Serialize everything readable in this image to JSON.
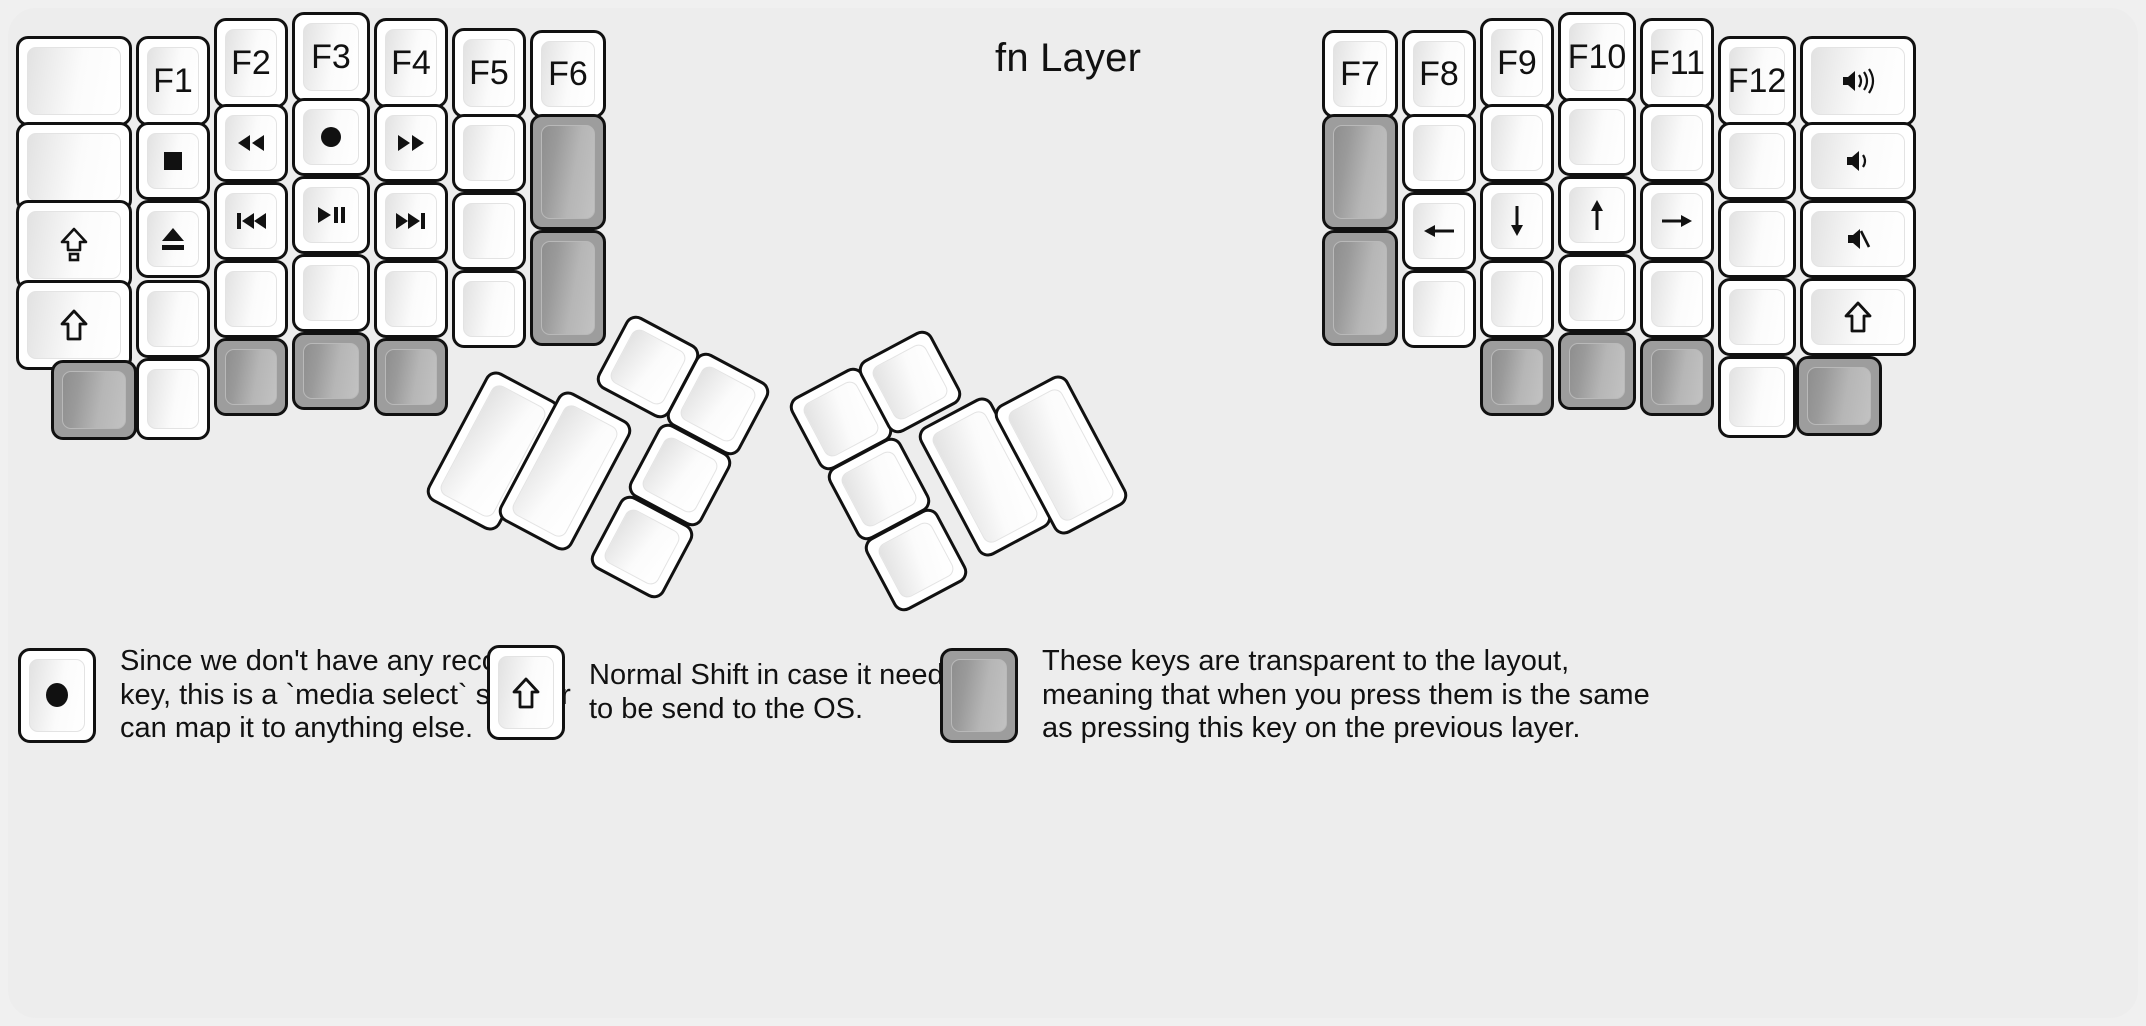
{
  "title": "fn Layer",
  "colors": {
    "background": "#ededed",
    "page": "#f0f0f0",
    "key_fill": "#ffffff",
    "key_border": "#111111",
    "transparent_key": "#9d9d9d",
    "text": "#111111"
  },
  "legend": {
    "items": [
      {
        "key_glyph": "record-icon",
        "text": "Since we don't have any recording\nkey, this is a `media select` so user\ncan map it to anything else."
      },
      {
        "key_glyph": "shift-arrow-icon",
        "text": "Normal Shift in case it needs\nto be send to the OS."
      },
      {
        "key_glyph": "transparent-key",
        "text": "These keys are transparent to the layout,\nmeaning that when you press them is the same\nas pressing this key on the previous layer."
      }
    ]
  },
  "keyboard": {
    "left_half": {
      "columns": [
        {
          "name": "pinky-outer",
          "keys": [
            {
              "label": "",
              "glyph": "",
              "state": "normal"
            },
            {
              "label": "",
              "glyph": "",
              "state": "normal"
            },
            {
              "label": "",
              "glyph": "caps-shift-icon",
              "state": "normal"
            },
            {
              "label": "",
              "glyph": "shift-arrow-icon",
              "state": "normal"
            },
            {
              "label": "",
              "glyph": "",
              "state": "transparent"
            }
          ]
        },
        {
          "name": "pinky",
          "keys": [
            {
              "label": "F1",
              "glyph": "",
              "state": "normal"
            },
            {
              "label": "",
              "glyph": "media-stop-icon",
              "state": "normal"
            },
            {
              "label": "",
              "glyph": "media-eject-icon",
              "state": "normal"
            },
            {
              "label": "",
              "glyph": "",
              "state": "normal"
            },
            {
              "label": "",
              "glyph": "",
              "state": "normal"
            }
          ]
        },
        {
          "name": "ring",
          "keys": [
            {
              "label": "F2",
              "glyph": "",
              "state": "normal"
            },
            {
              "label": "",
              "glyph": "media-rewind-icon",
              "state": "normal"
            },
            {
              "label": "",
              "glyph": "media-previous-icon",
              "state": "normal"
            },
            {
              "label": "",
              "glyph": "",
              "state": "normal"
            },
            {
              "label": "",
              "glyph": "",
              "state": "transparent"
            }
          ]
        },
        {
          "name": "middle",
          "keys": [
            {
              "label": "F3",
              "glyph": "",
              "state": "normal"
            },
            {
              "label": "",
              "glyph": "media-record-icon",
              "state": "normal"
            },
            {
              "label": "",
              "glyph": "media-play-pause-icon",
              "state": "normal"
            },
            {
              "label": "",
              "glyph": "",
              "state": "normal"
            },
            {
              "label": "",
              "glyph": "",
              "state": "transparent"
            }
          ]
        },
        {
          "name": "index",
          "keys": [
            {
              "label": "F4",
              "glyph": "",
              "state": "normal"
            },
            {
              "label": "",
              "glyph": "media-fastforward-icon",
              "state": "normal"
            },
            {
              "label": "",
              "glyph": "media-next-icon",
              "state": "normal"
            },
            {
              "label": "",
              "glyph": "",
              "state": "normal"
            },
            {
              "label": "",
              "glyph": "",
              "state": "transparent"
            }
          ]
        },
        {
          "name": "index-inner",
          "keys": [
            {
              "label": "F5",
              "glyph": "",
              "state": "normal"
            },
            {
              "label": "",
              "glyph": "",
              "state": "normal"
            },
            {
              "label": "",
              "glyph": "",
              "state": "normal"
            },
            {
              "label": "",
              "glyph": "",
              "state": "normal"
            }
          ]
        },
        {
          "name": "inner-tall",
          "keys": [
            {
              "label": "F6",
              "glyph": "",
              "state": "normal"
            },
            {
              "label": "",
              "glyph": "",
              "state": "transparent"
            },
            {
              "label": "",
              "glyph": "",
              "state": "transparent"
            }
          ]
        }
      ],
      "thumb_cluster": [
        {
          "label": "",
          "glyph": "",
          "state": "normal"
        },
        {
          "label": "",
          "glyph": "",
          "state": "normal"
        },
        {
          "label": "",
          "glyph": "",
          "state": "normal"
        },
        {
          "label": "",
          "glyph": "",
          "state": "normal"
        },
        {
          "label": "",
          "glyph": "",
          "state": "normal"
        },
        {
          "label": "",
          "glyph": "",
          "state": "normal"
        }
      ]
    },
    "right_half": {
      "columns": [
        {
          "name": "inner-tall",
          "keys": [
            {
              "label": "F7",
              "glyph": "",
              "state": "normal"
            },
            {
              "label": "",
              "glyph": "",
              "state": "transparent"
            },
            {
              "label": "",
              "glyph": "",
              "state": "transparent"
            }
          ]
        },
        {
          "name": "index-inner",
          "keys": [
            {
              "label": "F8",
              "glyph": "",
              "state": "normal"
            },
            {
              "label": "",
              "glyph": "",
              "state": "normal"
            },
            {
              "label": "",
              "glyph": "arrow-left-icon",
              "state": "normal"
            },
            {
              "label": "",
              "glyph": "",
              "state": "normal"
            }
          ]
        },
        {
          "name": "index",
          "keys": [
            {
              "label": "F9",
              "glyph": "",
              "state": "normal"
            },
            {
              "label": "",
              "glyph": "",
              "state": "normal"
            },
            {
              "label": "",
              "glyph": "arrow-down-icon",
              "state": "normal"
            },
            {
              "label": "",
              "glyph": "",
              "state": "normal"
            },
            {
              "label": "",
              "glyph": "",
              "state": "transparent"
            }
          ]
        },
        {
          "name": "middle",
          "keys": [
            {
              "label": "F10",
              "glyph": "",
              "state": "normal"
            },
            {
              "label": "",
              "glyph": "",
              "state": "normal"
            },
            {
              "label": "",
              "glyph": "arrow-up-icon",
              "state": "normal"
            },
            {
              "label": "",
              "glyph": "",
              "state": "normal"
            },
            {
              "label": "",
              "glyph": "",
              "state": "transparent"
            }
          ]
        },
        {
          "name": "ring",
          "keys": [
            {
              "label": "F11",
              "glyph": "",
              "state": "normal"
            },
            {
              "label": "",
              "glyph": "",
              "state": "normal"
            },
            {
              "label": "",
              "glyph": "arrow-right-icon",
              "state": "normal"
            },
            {
              "label": "",
              "glyph": "",
              "state": "normal"
            },
            {
              "label": "",
              "glyph": "",
              "state": "transparent"
            }
          ]
        },
        {
          "name": "pinky",
          "keys": [
            {
              "label": "F12",
              "glyph": "",
              "state": "normal"
            },
            {
              "label": "",
              "glyph": "",
              "state": "normal"
            },
            {
              "label": "",
              "glyph": "",
              "state": "normal"
            },
            {
              "label": "",
              "glyph": "",
              "state": "normal"
            },
            {
              "label": "",
              "glyph": "",
              "state": "normal"
            }
          ]
        },
        {
          "name": "pinky-outer",
          "keys": [
            {
              "label": "",
              "glyph": "volume-up-icon",
              "state": "normal"
            },
            {
              "label": "",
              "glyph": "volume-down-icon",
              "state": "normal"
            },
            {
              "label": "",
              "glyph": "volume-mute-icon",
              "state": "normal"
            },
            {
              "label": "",
              "glyph": "shift-arrow-icon",
              "state": "normal"
            },
            {
              "label": "",
              "glyph": "",
              "state": "transparent"
            }
          ]
        }
      ],
      "thumb_cluster": [
        {
          "label": "",
          "glyph": "",
          "state": "normal"
        },
        {
          "label": "",
          "glyph": "",
          "state": "normal"
        },
        {
          "label": "",
          "glyph": "",
          "state": "normal"
        },
        {
          "label": "",
          "glyph": "",
          "state": "normal"
        },
        {
          "label": "",
          "glyph": "",
          "state": "normal"
        },
        {
          "label": "",
          "glyph": "",
          "state": "normal"
        }
      ]
    }
  }
}
